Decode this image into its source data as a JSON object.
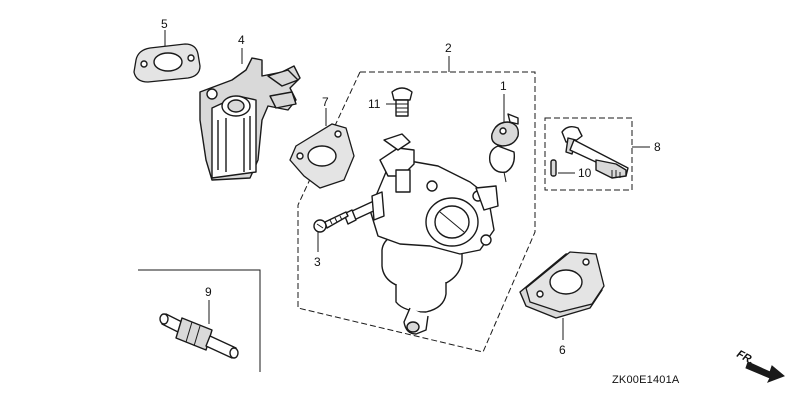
{
  "callouts": {
    "c1": "1",
    "c2": "2",
    "c3": "3",
    "c4": "4",
    "c5": "5",
    "c6": "6",
    "c7": "7",
    "c8": "8",
    "c9": "9",
    "c10": "10",
    "c11": "11"
  },
  "diagram_code": "ZK00E1401A",
  "direction_label": "FR."
}
